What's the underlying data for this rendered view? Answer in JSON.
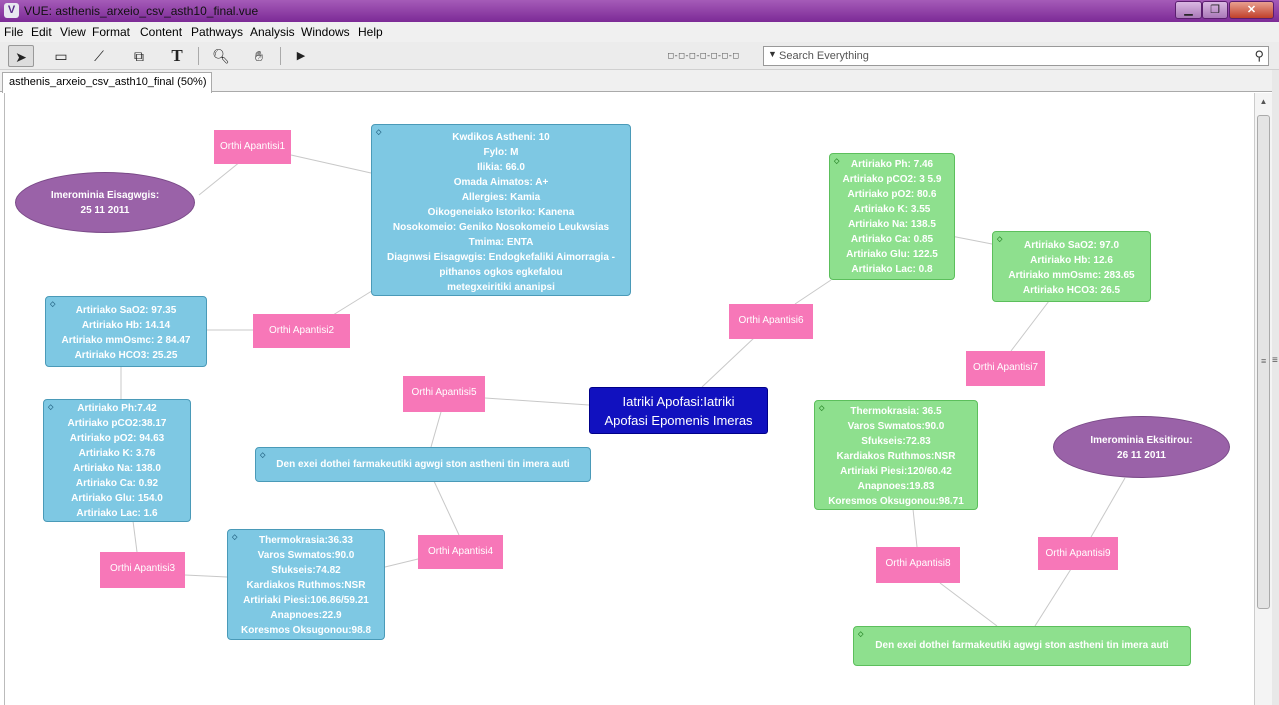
{
  "window": {
    "title": "VUE: asthenis_arxeio_csv_asth10_final.vue"
  },
  "menus": [
    "File",
    "Edit",
    "View",
    "Format",
    "Content",
    "Pathways",
    "Analysis",
    "Windows",
    "Help"
  ],
  "toolbar": {
    "tools": [
      "arrow-select-icon",
      "rectangle-node-icon",
      "link-tool-icon",
      "node-link-icon",
      "text-tool-icon",
      "zoom-icon",
      "hand-pan-icon",
      "presentation-play-icon"
    ],
    "text_tool_label": "T",
    "pathway_nav": "□-□-□-□-□-□-□",
    "search_placeholder": "Search Everything"
  },
  "tab": {
    "label": "asthenis_arxeio_csv_asth10_final (50%)"
  },
  "colors": {
    "blue_node": "#7ec8e3",
    "green_node": "#8ee08e",
    "pink_node": "#f777b8",
    "purple_node": "#9a62a8",
    "center_node": "#1111bf"
  },
  "nodes": {
    "orthi1": "Orthi Apantisi1",
    "orthi2": "Orthi Apantisi2",
    "orthi3": "Orthi Apantisi3",
    "orthi4": "Orthi Apantisi4",
    "orthi5": "Orthi Apantisi5",
    "orthi6": "Orthi Apantisi6",
    "orthi7": "Orthi Apantisi7",
    "orthi8": "Orthi Apantisi8",
    "orthi9": "Orthi Apantisi9",
    "date_in": [
      "Imerominia Eisagwgis:",
      "25 11 2011"
    ],
    "date_out": [
      "Imerominia Eksitirou:",
      "26 11 2011"
    ],
    "patient": [
      "Kwdikos Astheni: 10",
      "Fylo: M",
      "Ilikia:  66.0",
      "Omada Aimatos: A+",
      "Allergies: Kamia",
      "Oikogeneiako    Istoriko:  Kanena",
      "Nosokomeio: Geniko Nosokomeio Leukwsias",
      "Tmima: ENTA",
      "Diagnwsi Eisagwgis:  Endogkefaliki Aimorragia -",
      "pithanos ogkos egkefalou",
      "metegxeiritiki ananipsi"
    ],
    "blood_left_1": [
      "Artiriako SaO2: 97.35",
      "Artiriako Hb: 14.14",
      "Artiriako  mmOsmc: 2 84.47",
      "Artiriako HCO3:  25.25"
    ],
    "blood_left_2": [
      "Artiriako Ph:7.42",
      "Artiriako pCO2:38.17",
      "Artiriako pO2:   94.63",
      "Artiriako K: 3.76",
      "Artiriako Na: 138.0",
      "Artiriako Ca: 0.92",
      "Artiriako Glu: 154.0",
      "Artiriako Lac: 1.6"
    ],
    "vitals_left": [
      "Thermokrasia:36.33",
      "Varos Swmatos:90.0",
      "Sfukseis:74.82",
      "Kardiakos Ruthmos:NSR",
      "Artiriaki Piesi:106.86/59.21",
      "Anapnoes:22.9",
      "Koresmos   Oksugonou:98.8"
    ],
    "note_left": "Den exei dothei  farmakeutiki agwgi ston astheni tin imera auti",
    "center": [
      "Iatriki Apofasi:Iatriki",
      "Apofasi Epomenis Imeras"
    ],
    "blood_right_1": [
      "Artiriako Ph: 7.46",
      "Artiriako pCO2: 3 5.9",
      "Artiriako pO2:   80.6",
      "Artiriako K: 3.55",
      "Artiriako Na: 138.5",
      "Artiriako Ca: 0.85",
      "Artiriako Glu: 122.5",
      "Artiriako Lac: 0.8"
    ],
    "blood_right_2": [
      "Artiriako SaO2: 97.0",
      "Artiriako Hb: 12.6",
      "Artiriako mmOsmc: 283.65",
      "Artiriako HCO3: 26.5"
    ],
    "vitals_right": [
      "Thermokrasia: 36.5",
      "Varos Swmatos:90.0",
      "Sfukseis:72.83",
      "Kardiakos Ruthmos:NSR",
      "Artiriaki Piesi:120/60.42",
      "Anapnoes:19.83",
      "Koresmos  Oksugonou:98.71"
    ],
    "note_right": "Den exei dothei farmakeutiki agwgi ston astheni tin imera auti"
  }
}
